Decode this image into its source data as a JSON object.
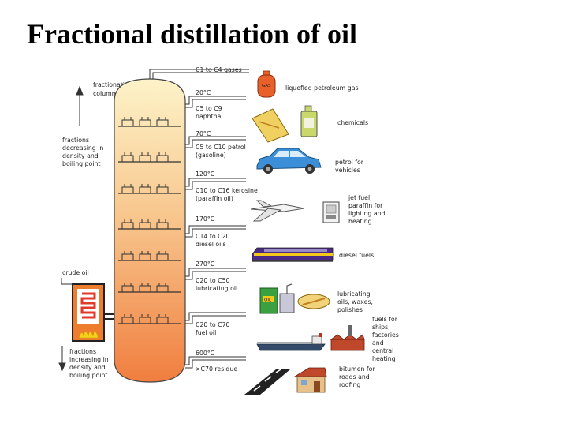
{
  "title": "Fractional distillation of oil",
  "side_labels": {
    "column": [
      "fractionating",
      "column"
    ],
    "top": [
      "fractions",
      "decreasing in",
      "density and",
      "boiling point"
    ],
    "bottom": [
      "fractions",
      "increasing in",
      "density and",
      "boiling point"
    ],
    "crude": "crude oil"
  },
  "fractions": [
    {
      "name": "C1 to C4 gases",
      "temp": "20°C",
      "use": [
        "liquefied petroleum gas"
      ]
    },
    {
      "name": "C5 to C9",
      "name2": "naphtha",
      "temp": "70°C",
      "use": [
        "chemicals"
      ]
    },
    {
      "name": "C5 to C10 petrol",
      "name2": "(gasoline)",
      "temp": "120°C",
      "use": [
        "petrol for",
        "vehicles"
      ]
    },
    {
      "name": "C10 to C16 kerosine",
      "name2": "(paraffin oil)",
      "temp": "170°C",
      "use": [
        "jet fuel,",
        "paraffin for",
        "lighting and",
        "heating"
      ]
    },
    {
      "name": "C14 to C20",
      "name2": "diesel oils",
      "temp": "270°C",
      "use": [
        "diesel fuels"
      ]
    },
    {
      "name": "C20 to C50",
      "name2": "lubricating oil",
      "temp": "",
      "use": [
        "lubricating",
        "oils, waxes,",
        "polishes"
      ]
    },
    {
      "name": "C20 to C70",
      "name2": "fuel oil",
      "temp": "600°C",
      "use": [
        "fuels for",
        "ships,",
        "factories",
        "and",
        "central",
        "heating"
      ]
    },
    {
      "name": ">C70 residue",
      "temp": "",
      "use": [
        "bitumen for",
        "roads and",
        "roofing"
      ]
    }
  ],
  "icon_text": {
    "lpg": "GAS",
    "lube": "OIL"
  },
  "colors": {
    "column_top": "#fdf2c6",
    "column_bottom": "#f07e3f",
    "flame": "#f5d21a",
    "car": "#3a8fd8",
    "train": "#4b2a86"
  }
}
